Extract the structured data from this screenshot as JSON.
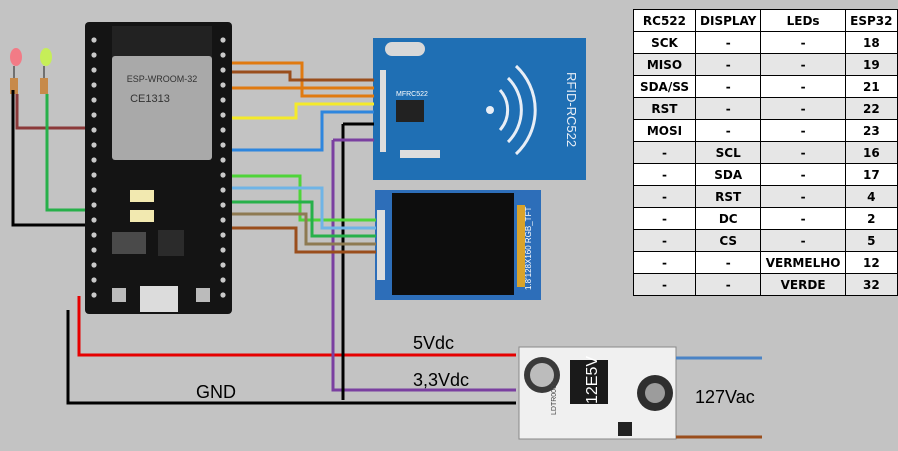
{
  "pin_table": {
    "headers": [
      "RC522",
      "DISPLAY",
      "LEDs",
      "ESP32"
    ],
    "rows": [
      [
        "SCK",
        "-",
        "-",
        "18"
      ],
      [
        "MISO",
        "-",
        "-",
        "19"
      ],
      [
        "SDA/SS",
        "-",
        "-",
        "21"
      ],
      [
        "RST",
        "-",
        "-",
        "22"
      ],
      [
        "MOSI",
        "-",
        "-",
        "23"
      ],
      [
        "-",
        "SCL",
        "-",
        "16"
      ],
      [
        "-",
        "SDA",
        "-",
        "17"
      ],
      [
        "-",
        "RST",
        "-",
        "4"
      ],
      [
        "-",
        "DC",
        "-",
        "2"
      ],
      [
        "-",
        "CS",
        "-",
        "5"
      ],
      [
        "-",
        "-",
        "VERMELHO",
        "12"
      ],
      [
        "-",
        "-",
        "VERDE",
        "32"
      ]
    ]
  },
  "labels": {
    "v5": "5Vdc",
    "v33": "3,3Vdc",
    "gnd": "GND",
    "ac": "127Vac"
  },
  "components": {
    "esp32_chip": "ESP-WROOM-32",
    "esp32_cert": "CE1313",
    "rfid_text": "RFID-RC522",
    "rfid_chip": "MFRC522",
    "display_text": "1.8'128X160 RGB_TFT",
    "psu_text": "12E5V",
    "psu_brand": "LDTR0009"
  },
  "colors": {
    "background": "#c3c3c3",
    "board": "#1a1a1a",
    "rfid_board": "#1f6fb4",
    "display_board": "#2d6eb9",
    "wire_red": "#e60000",
    "wire_black": "#000000",
    "wire_purple": "#7a3fa0",
    "wire_green": "#27b04a"
  }
}
